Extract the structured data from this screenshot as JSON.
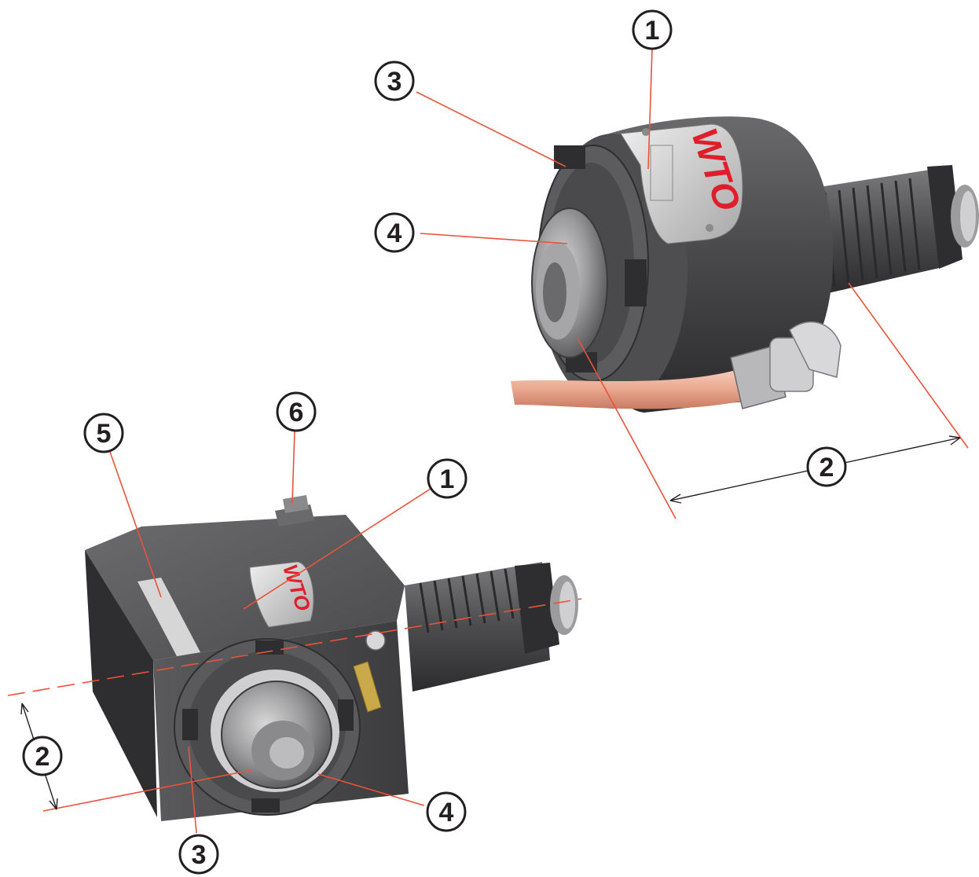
{
  "figure": {
    "brand_mark": "WTO",
    "callouts": {
      "top_1": "1",
      "top_2": "2",
      "top_3": "3",
      "top_4": "4",
      "bottom_1": "1",
      "bottom_2": "2",
      "bottom_3": "3",
      "bottom_4": "4",
      "bottom_5": "5",
      "bottom_6": "6"
    },
    "colors": {
      "leader": "#e8533b",
      "body_dark": "#3a3a3c",
      "body_mid": "#5a5a5c",
      "brand_red": "#e01e2b",
      "coolant_hose": "#e9a88f",
      "adjust_screw": "#c9a94a"
    }
  }
}
